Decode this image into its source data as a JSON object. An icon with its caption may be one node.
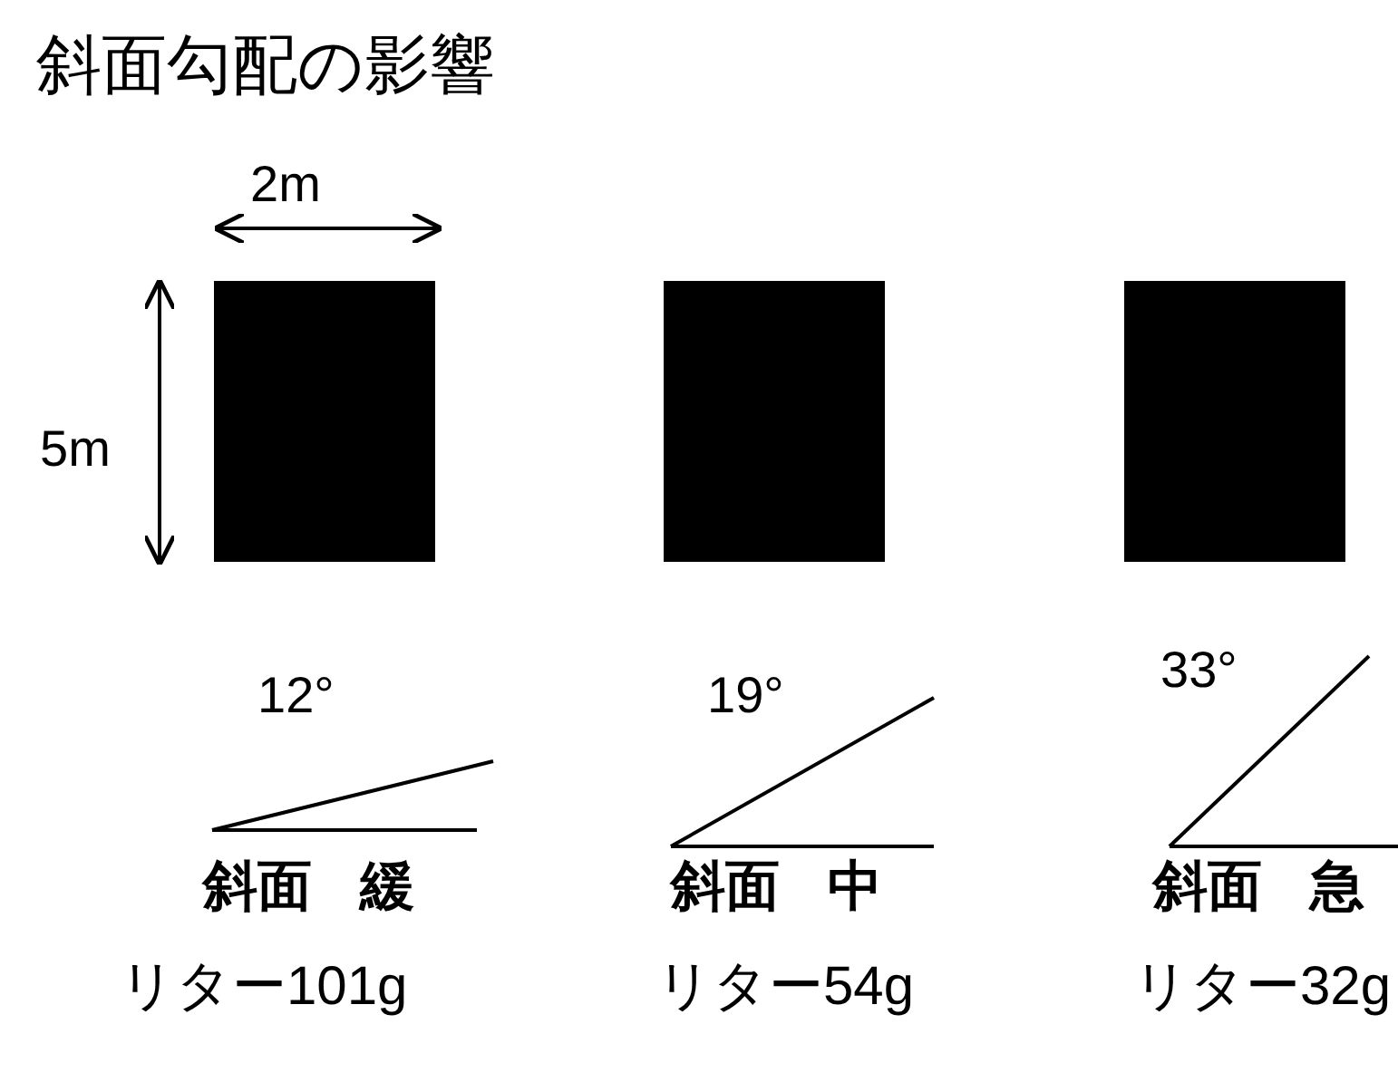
{
  "diagram": {
    "title": "斜面勾配の影響",
    "nodes": [
      {
        "text": [],
        "shape": "box"
      },
      {
        "text": [],
        "shape": "box"
      },
      {
        "text": [],
        "shape": "box"
      }
    ],
    "labels": [
      "2m",
      "5m",
      "12°",
      "斜面 緩",
      "リター101g",
      "19°",
      "斜面 中",
      "リター54g",
      "33°",
      "斜面 急",
      "リター32g"
    ]
  }
}
